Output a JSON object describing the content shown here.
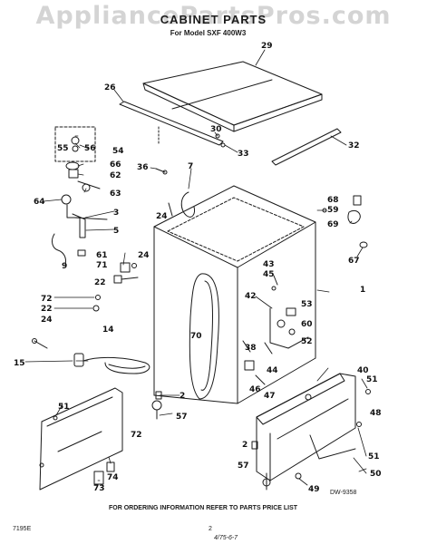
{
  "watermark": "AppliancePartsPros.com",
  "title": "CABINET PARTS",
  "model": "For Model SXF 400W3",
  "footer": {
    "ordering": "FOR ORDERING INFORMATION REFER TO PARTS PRICE LIST",
    "code": "7195E",
    "page": "2",
    "diagram_id": "DW-9358",
    "signature": "4/75-6-7"
  },
  "labels": {
    "l29": "29",
    "l26": "26",
    "l30": "30",
    "l33": "33",
    "l32": "32",
    "l55": "55",
    "l56": "56",
    "l54": "54",
    "l66": "66",
    "l62": "62",
    "l63": "63",
    "l36": "36",
    "l7": "7",
    "l68": "68",
    "l59": "59",
    "l69": "69",
    "l67": "67",
    "l64": "64",
    "l3": "3",
    "l24a": "24",
    "l5": "5",
    "l9": "9",
    "l61": "61",
    "l71": "71",
    "l24b": "24",
    "l22a": "22",
    "l43": "43",
    "l45": "45",
    "l1": "1",
    "l42": "42",
    "l53": "53",
    "l60": "60",
    "l52": "52",
    "l72a": "72",
    "l22b": "22",
    "l24c": "24",
    "l14": "14",
    "l70": "70",
    "l38": "38",
    "l44": "44",
    "l15": "15",
    "l46": "46",
    "l47": "47",
    "l40": "40",
    "l51a": "51",
    "l48": "48",
    "l2a": "2",
    "l57a": "57",
    "l51b": "51",
    "l72b": "72",
    "l74": "74",
    "l73": "73",
    "l2b": "2",
    "l57b": "57",
    "l51c": "51",
    "l50": "50",
    "l49": "49"
  }
}
